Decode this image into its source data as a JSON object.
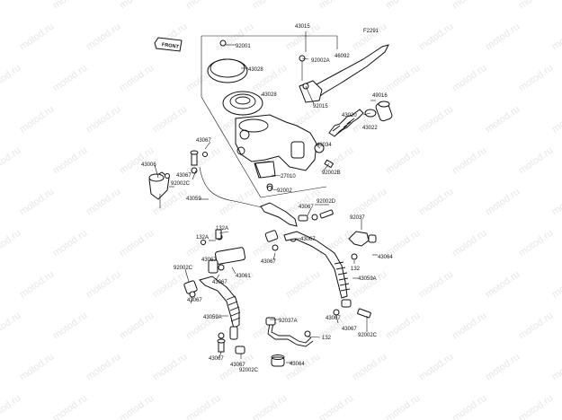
{
  "watermark": "motod.ru",
  "figure_code": "F2291",
  "front_label": "FRONT",
  "labels": {
    "l43015": "43015",
    "l92001": "92001",
    "l43028a": "43028",
    "l43028b": "43028",
    "l92002A": "92002A",
    "l46092": "46092",
    "l92015": "92015",
    "l49016": "49016",
    "l43020": "43020",
    "l43022": "43022",
    "l43067a": "43067",
    "l43034": "43034",
    "l43006": "43006",
    "l43067b": "43067",
    "l92002Ca": "92002C",
    "l27010": "27010",
    "l92002B": "92002B",
    "l92002a": "92002",
    "l43059": "43059",
    "l92002D": "92002D",
    "l43067c": "43067",
    "l92037": "92037",
    "l132a": "132A",
    "l43067d": "43067",
    "l132b": "132A",
    "l43064a": "43064",
    "l132c": "132",
    "l92002Cb": "92002C",
    "l43067e": "43067",
    "l43067f": "43067",
    "l43061": "43061",
    "l43059A": "43059A",
    "l43067g": "43067",
    "l43059Aa": "43059A",
    "l92037A": "92037A",
    "l43067h": "43067",
    "l132d": "132",
    "l92002Cc": "92002C",
    "l43067i": "43067",
    "l43064b": "43064",
    "l92002Cd": "92002C",
    "l43067j": "43067"
  }
}
